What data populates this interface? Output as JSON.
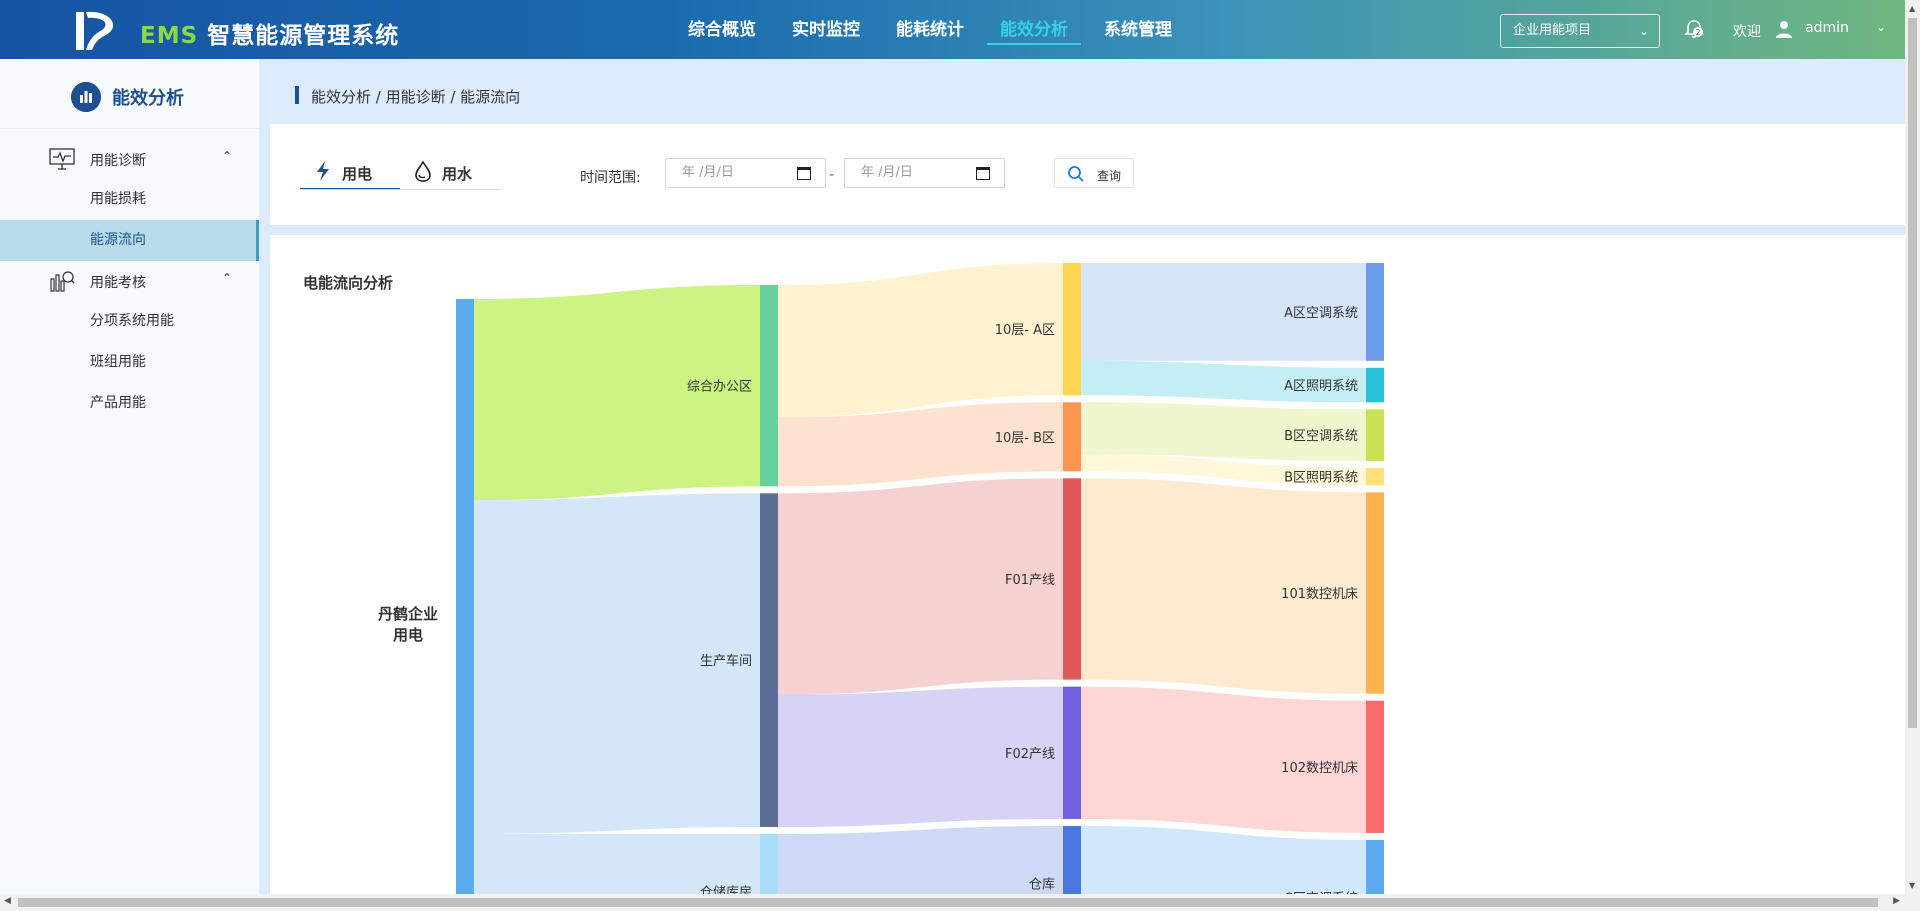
{
  "header": {
    "brand_ems": "EMS",
    "brand_rest": "智慧能源管理系统",
    "nav": [
      {
        "label": "综合概览"
      },
      {
        "label": "实时监控"
      },
      {
        "label": "能耗统计"
      },
      {
        "label": "能效分析",
        "active": true
      },
      {
        "label": "系统管理"
      }
    ],
    "project_select": "企业用能项目",
    "notification_count": "2",
    "welcome": "欢迎",
    "username": "admin"
  },
  "sidebar": {
    "title": "能效分析",
    "groups": [
      {
        "label": "用能诊断",
        "items": [
          {
            "label": "用能损耗"
          },
          {
            "label": "能源流向",
            "active": true
          }
        ]
      },
      {
        "label": "用能考核",
        "items": [
          {
            "label": "分项系统用能"
          },
          {
            "label": "班组用能"
          },
          {
            "label": "产品用能"
          }
        ]
      }
    ]
  },
  "breadcrumb": "能效分析 / 用能诊断 / 能源流向",
  "filter": {
    "tabs": [
      {
        "label": "用电",
        "active": true
      },
      {
        "label": "用水"
      }
    ],
    "time_label": "时间范围:",
    "start_placeholder": "年 /月/日",
    "separator": "-",
    "end_placeholder": "年 /月/日",
    "query_label": "查询"
  },
  "chart_title": "电能流向分析",
  "chart_data": {
    "type": "sankey",
    "nodes": [
      {
        "name": "丹鹤企业\n用电",
        "color": "#5aaaee"
      },
      {
        "name": "综合办公区",
        "color": "#66d19e"
      },
      {
        "name": "生产车间",
        "color": "#5b6c95"
      },
      {
        "name": "仓储库房",
        "color": "#a8dcf7"
      },
      {
        "name": "10层- A区",
        "color": "#fdd550"
      },
      {
        "name": "10层- B区",
        "color": "#fc9550"
      },
      {
        "name": "F01产线",
        "color": "#e05a59"
      },
      {
        "name": "F02产线",
        "color": "#7060df"
      },
      {
        "name": "仓库",
        "color": "#4a78dc"
      },
      {
        "name": "A区空调系统",
        "color": "#6b9de6"
      },
      {
        "name": "A区照明系统",
        "color": "#27c2d8"
      },
      {
        "name": "B区空调系统",
        "color": "#c9e252"
      },
      {
        "name": "B区照明系统",
        "color": "#fde27a"
      },
      {
        "name": "101数控机床",
        "color": "#fdb450"
      },
      {
        "name": "102数控机床",
        "color": "#fa6b6b"
      },
      {
        "name": "C区空调系统",
        "color": "#5aaaee"
      }
    ],
    "links": [
      {
        "source": "丹鹤企业\n用电",
        "target": "综合办公区",
        "value": 35
      },
      {
        "source": "丹鹤企业\n用电",
        "target": "生产车间",
        "value": 58
      },
      {
        "source": "丹鹤企业\n用电",
        "target": "仓储库房",
        "value": 20
      },
      {
        "source": "综合办公区",
        "target": "10层- A区",
        "value": 23
      },
      {
        "source": "综合办公区",
        "target": "10层- B区",
        "value": 12
      },
      {
        "source": "生产车间",
        "target": "F01产线",
        "value": 35
      },
      {
        "source": "生产车间",
        "target": "F02产线",
        "value": 23
      },
      {
        "source": "仓储库房",
        "target": "仓库",
        "value": 20
      },
      {
        "source": "10层- A区",
        "target": "A区空调系统",
        "value": 17
      },
      {
        "source": "10层- A区",
        "target": "A区照明系统",
        "value": 6
      },
      {
        "source": "10层- B区",
        "target": "B区空调系统",
        "value": 9
      },
      {
        "source": "10层- B区",
        "target": "B区照明系统",
        "value": 3
      },
      {
        "source": "F01产线",
        "target": "101数控机床",
        "value": 35
      },
      {
        "source": "F02产线",
        "target": "102数控机床",
        "value": 23
      },
      {
        "source": "仓库",
        "target": "C区空调系统",
        "value": 20
      }
    ]
  }
}
